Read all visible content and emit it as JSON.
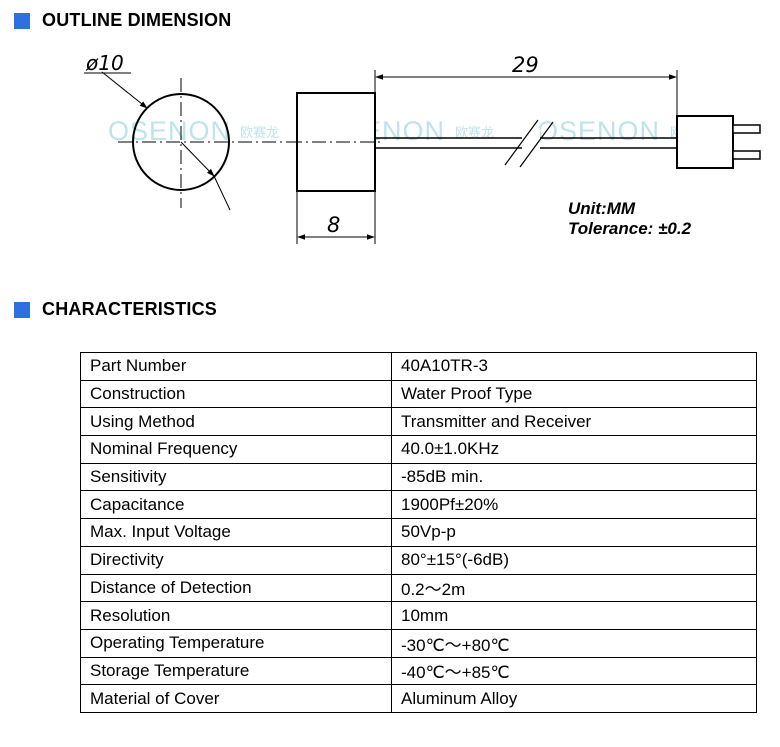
{
  "sections": {
    "outline_title": "OUTLINE DIMENSION",
    "characteristics_title": "CHARACTERISTICS"
  },
  "colors": {
    "section_marker": "#2f6fe0",
    "watermark": "#bfe3ea"
  },
  "drawing": {
    "diameter_label": "ø10",
    "length_label": "29",
    "width_label": "8",
    "unit_text": "Unit:MM",
    "tolerance_text": "Tolerance: ±0.2",
    "watermark_brand": "OSENON",
    "watermark_cn": "欧赛龙"
  },
  "characteristics": [
    {
      "label": "Part Number",
      "value": "40A10TR-3"
    },
    {
      "label": "Construction",
      "value": "Water Proof Type"
    },
    {
      "label": "Using Method",
      "value": "Transmitter and Receiver"
    },
    {
      "label": "Nominal Frequency",
      "value": "40.0±1.0KHz"
    },
    {
      "label": "Sensitivity",
      "value": "-85dB min."
    },
    {
      "label": "Capacitance",
      "value": "1900Pf±20%"
    },
    {
      "label": "Max. Input Voltage",
      "value": "50Vp-p"
    },
    {
      "label": "Directivity",
      "value": "80°±15°(-6dB)"
    },
    {
      "label": "Distance of Detection",
      "value": "0.2～2m"
    },
    {
      "label": "Resolution",
      "value": "10mm"
    },
    {
      "label": "Operating Temperature",
      "value": "-30℃～+80℃"
    },
    {
      "label": "Storage Temperature",
      "value": "-40℃～+85℃"
    },
    {
      "label": "Material of Cover",
      "value": "Aluminum Alloy"
    }
  ]
}
